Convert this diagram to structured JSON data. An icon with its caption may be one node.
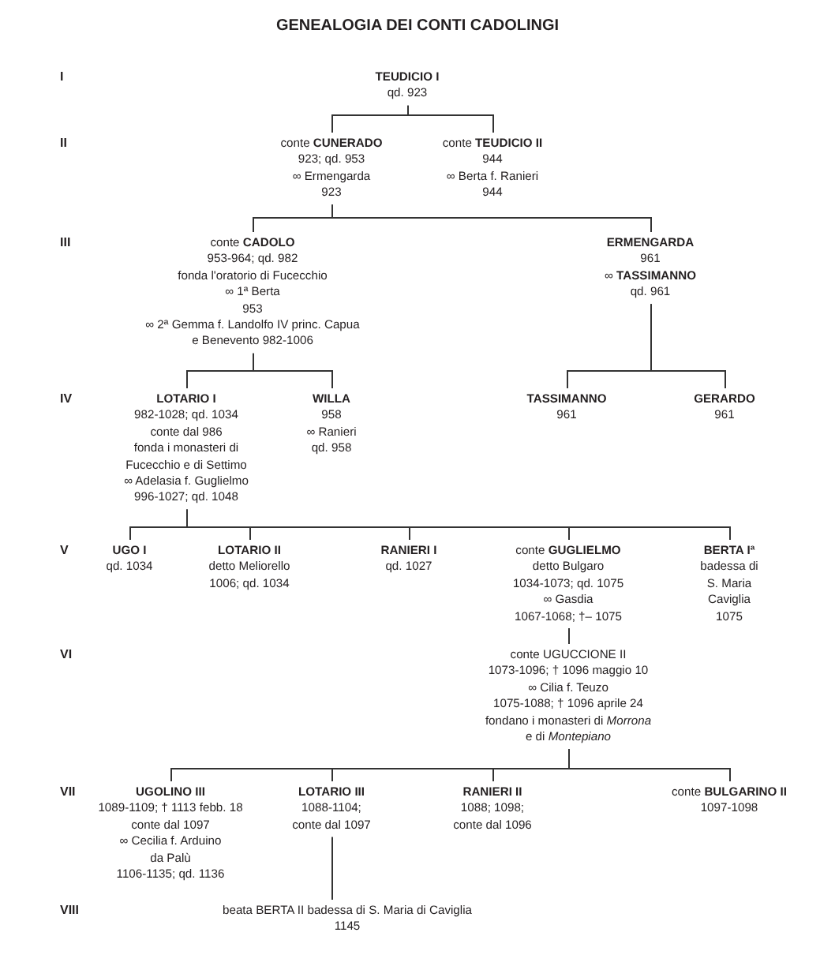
{
  "diagram": {
    "title": "GENEALOGIA DEI CONTI CADOLINGI",
    "nodes": [
      {
        "text": [
          "**TEUDICIO I**",
          "qd. 923"
        ]
      },
      {
        "text": [
          "conte **CUNERADO**",
          "923; qd. 953",
          "∞ Ermengarda",
          "923"
        ]
      },
      {
        "text": [
          "conte **TEUDICIO II**",
          "944",
          "∞ Berta f. Ranieri",
          "944"
        ]
      },
      {
        "text": [
          "conte **CADOLO**",
          "953-964; qd. 982",
          "fonda l'oratorio di Fucecchio",
          "∞ 1ª Berta",
          "953",
          "∞ 2ª Gemma f. Landolfo IV princ. Capua",
          "e Benevento 982-1006"
        ]
      },
      {
        "text": [
          "**ERMENGARDA**",
          "961",
          "∞ **TASSIMANNO**",
          "qd. 961"
        ]
      },
      {
        "text": [
          "**LOTARIO I**",
          "982-1028; qd. 1034",
          "conte dal 986",
          "fonda i monasteri di",
          "Fucecchio e di Settimo",
          "∞ Adelasia f. Guglielmo",
          "996-1027; qd. 1048"
        ]
      },
      {
        "text": [
          "**WILLA**",
          "958",
          "∞ Ranieri",
          "qd. 958"
        ]
      },
      {
        "text": [
          "**TASSIMANNO**",
          "961"
        ]
      },
      {
        "text": [
          "**GERARDO**",
          "961"
        ]
      },
      {
        "text": [
          "**UGO I**",
          "qd. 1034"
        ]
      },
      {
        "text": [
          "**LOTARIO II**",
          "detto Meliorello",
          "1006; qd. 1034"
        ]
      },
      {
        "text": [
          "**RANIERI I**",
          "qd. 1027"
        ]
      },
      {
        "text": [
          "conte **GUGLIELMO**",
          "detto Bulgaro",
          "1034-1073; qd. 1075",
          "∞ Gasdia",
          "1067-1068; †– 1075"
        ]
      },
      {
        "text": [
          "**BERTA Iª**",
          "badessa di",
          "S. Maria",
          "Caviglia",
          "1075"
        ]
      },
      {
        "text": [
          "conte UGUCCIONE II",
          "1073-1096; † 1096 maggio 10",
          "∞ Cilia f. Teuzo",
          "1075-1088; † 1096 aprile 24",
          "fondano i monasteri di *Morrona*",
          "e di *Montepiano*"
        ]
      },
      {
        "text": [
          "**UGOLINO III**",
          "1089-1109; † 1113 febb. 18",
          "conte dal 1097",
          "∞ Cecilia f. Arduino",
          "da Palù",
          "1106-1135; qd. 1136"
        ]
      },
      {
        "text": [
          "**LOTARIO III**",
          "1088-1104;",
          "conte dal 1097"
        ]
      },
      {
        "text": [
          "**RANIERI II**",
          "1088; 1098;",
          "conte dal 1096"
        ]
      },
      {
        "text": [
          "conte **BULGARINO II**",
          "1097-1098"
        ]
      },
      {
        "text": [
          "beata BERTA II badessa di S. Maria di Caviglia",
          "1145"
        ]
      }
    ],
    "edges": [
      {
        "from": 0,
        "to": 1,
        "arrow": "none"
      },
      {
        "from": 0,
        "to": 2,
        "arrow": "none"
      },
      {
        "from": 1,
        "to": 3,
        "arrow": "none"
      },
      {
        "from": 1,
        "to": 4,
        "arrow": "none"
      },
      {
        "from": 3,
        "to": 5,
        "arrow": "none"
      },
      {
        "from": 3,
        "to": 6,
        "arrow": "none"
      },
      {
        "from": 4,
        "to": 7,
        "arrow": "none"
      },
      {
        "from": 4,
        "to": 8,
        "arrow": "none"
      },
      {
        "from": 5,
        "to": 9,
        "arrow": "none"
      },
      {
        "from": 5,
        "to": 10,
        "arrow": "none"
      },
      {
        "from": 5,
        "to": 11,
        "arrow": "none"
      },
      {
        "from": 5,
        "to": 12,
        "arrow": "none"
      },
      {
        "from": 5,
        "to": 13,
        "arrow": "none"
      },
      {
        "from": 12,
        "to": 14,
        "arrow": "none"
      },
      {
        "from": 14,
        "to": 15,
        "arrow": "none"
      },
      {
        "from": 14,
        "to": 16,
        "arrow": "none"
      },
      {
        "from": 14,
        "to": 17,
        "arrow": "none"
      },
      {
        "from": 14,
        "to": 18,
        "arrow": "none"
      },
      {
        "from": 16,
        "to": 19,
        "arrow": "none"
      }
    ],
    "labels": [
      "I",
      "II",
      "III",
      "IV",
      "V",
      "VI",
      "VII",
      "VIII"
    ]
  }
}
